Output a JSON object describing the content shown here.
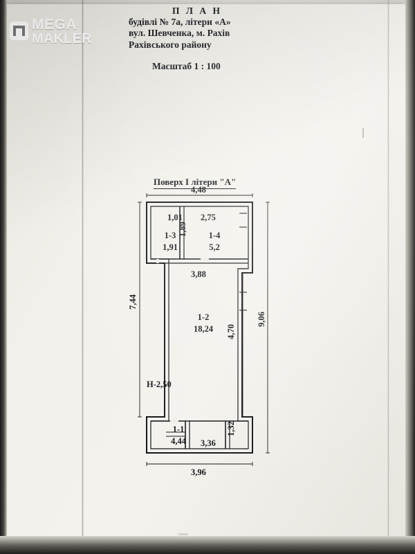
{
  "watermark": {
    "line1": "MEGA",
    "line2": "MAKLER",
    "icon": "mega-makler-logo"
  },
  "header": {
    "title": "П Л А Н",
    "line2": "будівлі № 7а, літери «А»",
    "line3": "вул. Шевченка,  м. Рахів",
    "line4": "Рахівського району",
    "scale": "Масштаб 1 : 100"
  },
  "plan": {
    "floor_title": "Поверх I літери \"А\"",
    "height_note": "Н-2,50",
    "dimensions": {
      "top_overall": "4,48",
      "left_vertical": "7,44",
      "right_vertical": "9,06",
      "bottom_overall": "3,96",
      "room13_width": "1,01",
      "corridor_depth": "1,89",
      "room14_width": "2,75",
      "room12_top": "3,88",
      "room12_right": "4,70",
      "room11_bottom_right": "3,36",
      "bottom_right_vertical": "1,32"
    },
    "rooms": [
      {
        "id": "1-3",
        "area": "1,91"
      },
      {
        "id": "1-4",
        "area": "5,2"
      },
      {
        "id": "1-2",
        "area": "18,24"
      },
      {
        "id": "1-1",
        "area": "4,44"
      }
    ]
  }
}
